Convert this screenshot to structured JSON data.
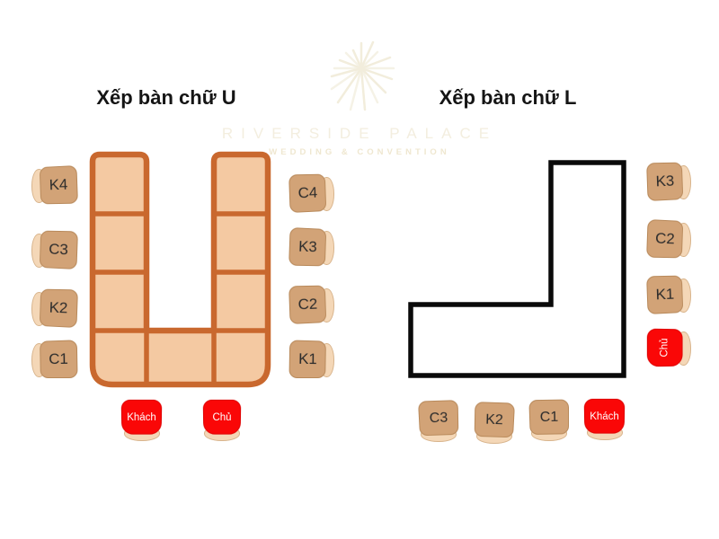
{
  "watermark": {
    "brand": "RIVERSIDE PALACE",
    "tagline": "WEDDING & CONVENTION"
  },
  "diagrams": {
    "u": {
      "title": "Xếp bàn chữ U",
      "left_chairs": [
        "K4",
        "C3",
        "K2",
        "C1"
      ],
      "right_chairs": [
        "C4",
        "K3",
        "C2",
        "K1"
      ],
      "front_chairs": [
        "Khách",
        "Chủ"
      ]
    },
    "l": {
      "title": "Xếp bàn chữ L",
      "right_chairs": [
        "K3",
        "C2",
        "K1",
        "Chủ"
      ],
      "front_chairs": [
        "C3",
        "K2",
        "C1",
        "Khách"
      ]
    }
  },
  "colors": {
    "table_fill": "#F4C9A2",
    "table_border": "#C9682E",
    "l_table_fill": "#FFFFFF",
    "l_table_border": "#0A0A0A",
    "chair_fill": "#D2A377",
    "chair_border": "#B8895A",
    "chair_back_fill": "#F4D7B7",
    "chair_back_border": "#D8B48C",
    "special_fill": "#FA0707",
    "special_text": "#FFFFFF",
    "label_color": "#2B2B2B",
    "title_color": "#151515",
    "watermark_color": "#F3EEDF",
    "watermark_tagline_color": "#EFE7D0"
  }
}
